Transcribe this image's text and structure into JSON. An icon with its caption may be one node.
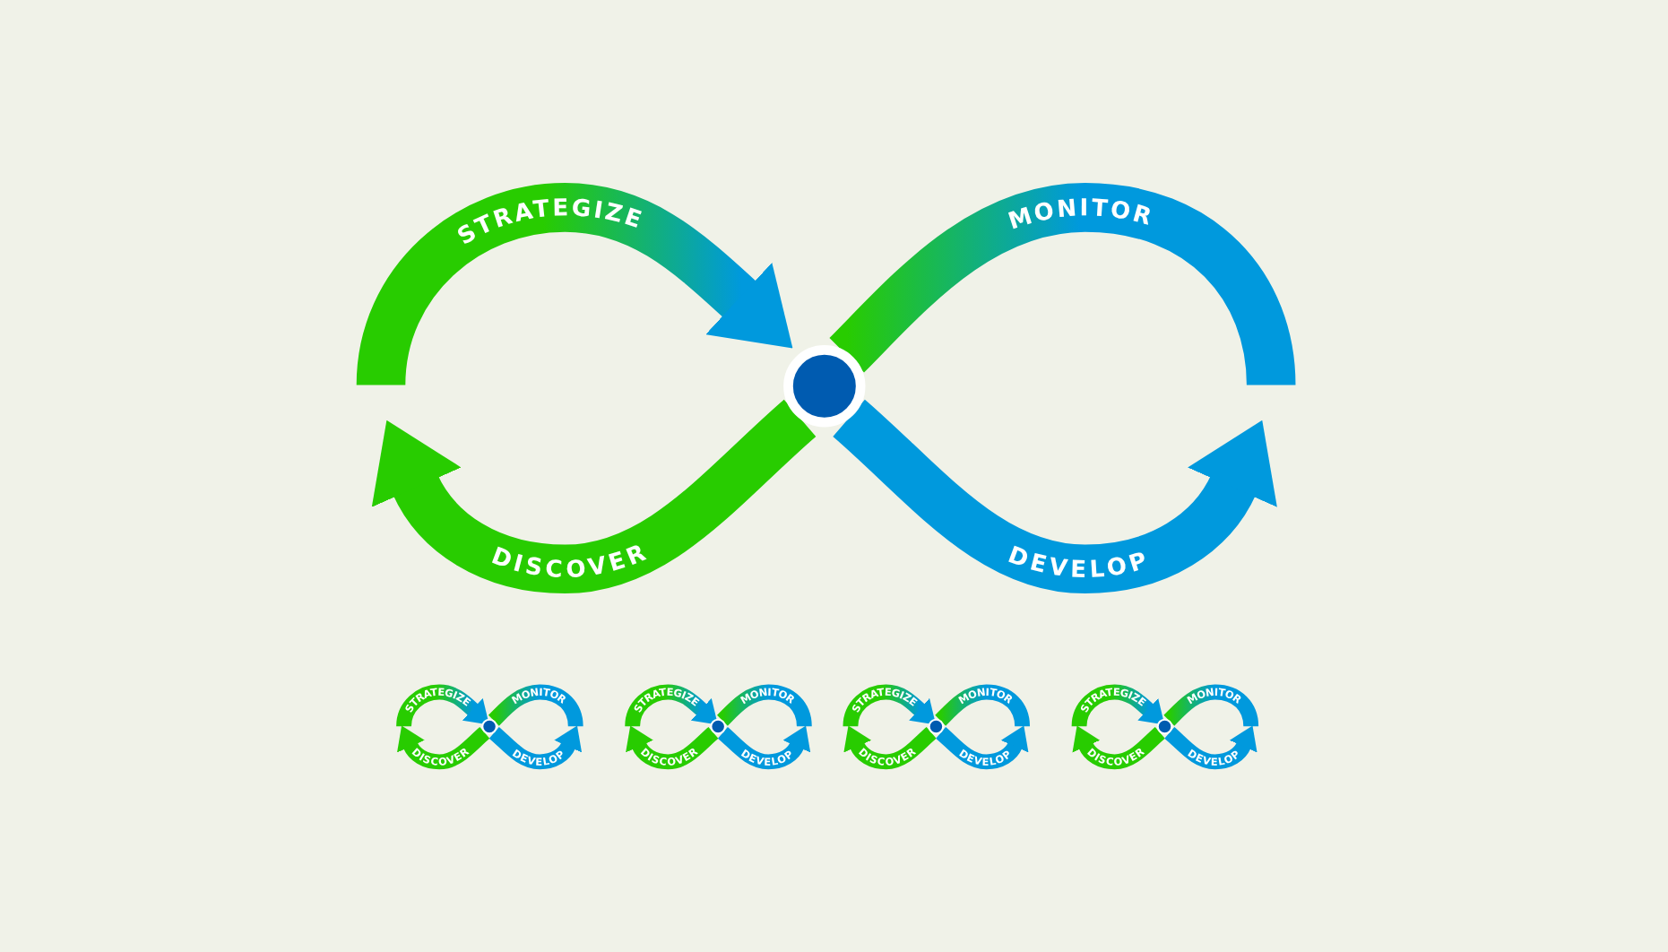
{
  "diagram": {
    "nodes": [
      {
        "text": [],
        "shape": "circle"
      },
      {
        "text": [],
        "shape": "circle"
      },
      {
        "text": [],
        "shape": "circle"
      },
      {
        "text": [],
        "shape": "circle"
      },
      {
        "text": [],
        "shape": "circle"
      }
    ],
    "edges": [
      {
        "from": null,
        "to": 0,
        "arrow": "to",
        "label": "STRATEGIZE",
        "style": "thick",
        "color": "#0099dd"
      },
      {
        "from": 0,
        "to": null,
        "arrow": "none",
        "label": "MONITOR",
        "style": "thick",
        "color": "#0099dd"
      },
      {
        "from": 0,
        "to": null,
        "arrow": "to",
        "label": "DISCOVER",
        "style": "thick",
        "color": "#28cc00"
      },
      {
        "from": 0,
        "to": null,
        "arrow": "to",
        "label": "DEVELOP",
        "style": "thick",
        "color": "#0099dd"
      },
      {
        "from": null,
        "to": 1,
        "arrow": "to",
        "label": "STRATEGIZE",
        "color": "#0099dd"
      },
      {
        "from": 1,
        "to": null,
        "arrow": "none",
        "label": "MONITOR",
        "color": "#0099dd"
      },
      {
        "from": 1,
        "to": null,
        "arrow": "to",
        "label": "DISCOVER",
        "color": "#28cc00"
      },
      {
        "from": 1,
        "to": null,
        "arrow": "to",
        "label": "DEVELOP",
        "color": "#0099dd"
      },
      {
        "from": null,
        "to": 2,
        "arrow": "to",
        "label": "STRATEGIZE",
        "color": "#0099dd"
      },
      {
        "from": 2,
        "to": null,
        "arrow": "none",
        "label": "MONITOR",
        "color": "#0099dd"
      },
      {
        "from": 2,
        "to": null,
        "arrow": "to",
        "label": "DISCOVER",
        "color": "#28cc00"
      },
      {
        "from": 2,
        "to": null,
        "arrow": "to",
        "label": "DEVELOP",
        "color": "#0099dd"
      },
      {
        "from": null,
        "to": 3,
        "arrow": "to",
        "label": "STRATEGIZE",
        "color": "#0099dd"
      },
      {
        "from": 3,
        "to": null,
        "arrow": "none",
        "label": "MONITOR",
        "color": "#0099dd"
      },
      {
        "from": 3,
        "to": null,
        "arrow": "to",
        "label": "DISCOVER",
        "color": "#28cc00"
      },
      {
        "from": 3,
        "to": null,
        "arrow": "to",
        "label": "DEVELOP",
        "color": "#0099dd"
      },
      {
        "from": null,
        "to": 4,
        "arrow": "to",
        "label": "STRATEGIZE",
        "color": "#0099dd"
      },
      {
        "from": 4,
        "to": null,
        "arrow": "none",
        "label": "MONITOR",
        "color": "#0099dd"
      },
      {
        "from": 4,
        "to": null,
        "arrow": "to",
        "label": "DISCOVER",
        "color": "#28cc00"
      },
      {
        "from": 4,
        "to": null,
        "arrow": "to",
        "label": "DEVELOP",
        "color": "#0099dd"
      }
    ]
  }
}
